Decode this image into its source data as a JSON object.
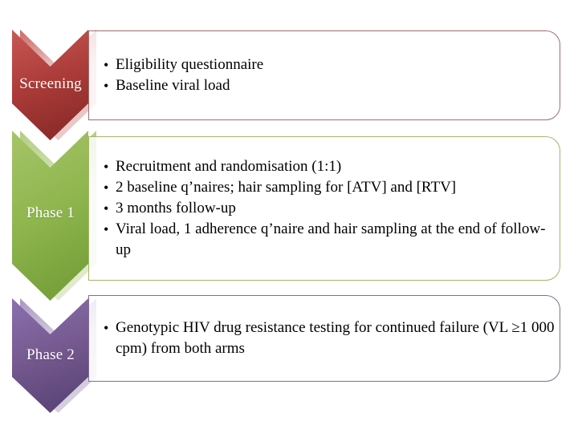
{
  "slide": {
    "background_color": "#ffffff"
  },
  "diagram": {
    "type": "vertical-chevron-list",
    "text_color": "#000000",
    "label_text_color": "#ffffff",
    "stages": [
      {
        "label": "Screening",
        "chevron_color": "#b23f3c",
        "card_border_color": "#9e6f6e",
        "bullets": [
          "Eligibility questionnaire",
          "Baseline viral load"
        ]
      },
      {
        "label": "Phase 1",
        "chevron_color": "#93b954",
        "card_border_color": "#a7b36a",
        "bullets": [
          "Recruitment and randomisation (1:1)",
          "2 baseline q’naires; hair sampling for [ATV] and [RTV]",
          "3 months follow-up",
          "Viral load, 1 adherence q’naire and hair sampling at the end of follow-up"
        ]
      },
      {
        "label": "Phase 2",
        "chevron_color": "#7a5f99",
        "card_border_color": "#7d7190",
        "bullets": [
          "Genotypic HIV drug resistance testing for continued failure (VL ≥1 000 cpm) from both arms"
        ]
      }
    ]
  }
}
